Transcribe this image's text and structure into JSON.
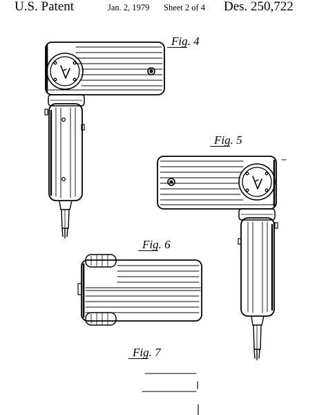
{
  "header": {
    "patent_label": "U.S. Patent",
    "date": "Jan. 2, 1979",
    "sheet": "Sheet 2 of 4",
    "patent_number": "Des. 250,722"
  },
  "figures": [
    {
      "label": "Fig. 4"
    },
    {
      "label": "Fig. 5"
    },
    {
      "label": "Fig. 6"
    },
    {
      "label": "Fig. 7"
    }
  ]
}
